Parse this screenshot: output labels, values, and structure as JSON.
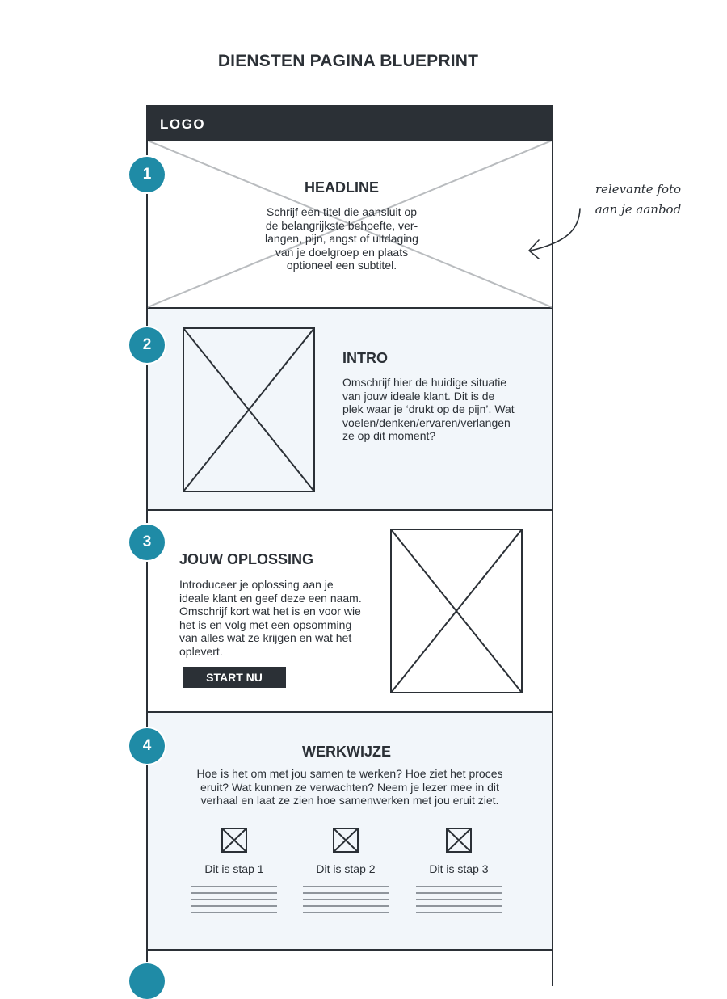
{
  "title": "DIENSTEN PAGINA BLUEPRINT",
  "header": {
    "logo": "LOGO"
  },
  "annotation": {
    "line1": "relevante foto",
    "line2": "aan je aanbod"
  },
  "sections": [
    {
      "number": "1",
      "heading": "HEADLINE",
      "body": [
        "Schrijf een titel die aansluit op",
        "de belangrijkste behoefte, ver-",
        "langen, pijn, angst of uitdaging",
        "van je doelgroep en plaats",
        "optioneel een subtitel."
      ]
    },
    {
      "number": "2",
      "heading": "INTRO",
      "body": [
        "Omschrijf hier de huidige situatie",
        "van jouw ideale klant. Dit is de",
        "plek waar je ‘drukt op de pijn’. Wat",
        "voelen/denken/ervaren/verlangen",
        "ze op dit moment?"
      ]
    },
    {
      "number": "3",
      "heading": "JOUW OPLOSSING",
      "body": [
        "Introduceer je oplossing aan je",
        "ideale klant en geef deze een naam.",
        "Omschrijf kort wat het is en voor wie",
        "het is en volg met een opsomming",
        "van alles wat ze krijgen en wat het",
        "oplevert."
      ],
      "button": "START NU"
    },
    {
      "number": "4",
      "heading": "WERKWIJZE",
      "body": [
        "Hoe is het om met jou samen te werken? Hoe ziet het proces",
        "eruit? Wat kunnen ze verwachten? Neem je lezer mee in dit",
        "verhaal en laat ze zien hoe samenwerken met jou eruit ziet."
      ],
      "steps": [
        "Dit is stap 1",
        "Dit is stap 2",
        "Dit is stap 3"
      ]
    },
    {
      "number": ""
    }
  ],
  "colors": {
    "dark": "#2b3036",
    "accent": "#1f8ba6",
    "panel": "#f2f6fa",
    "placeholder_light": "#b9bcbf"
  }
}
